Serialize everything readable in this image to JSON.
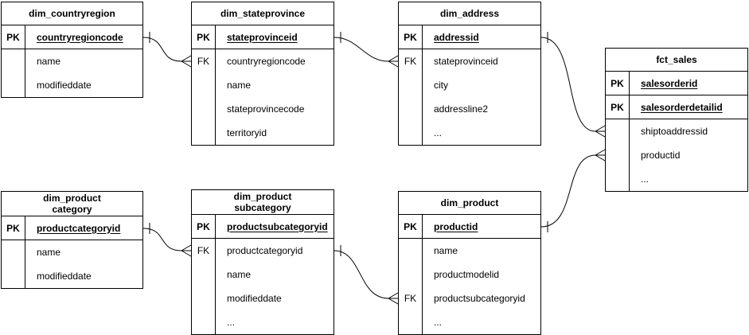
{
  "diagram": {
    "type": "entity-relationship",
    "background_color": "#ffffff",
    "line_color": "#000000",
    "entities": [
      {
        "title": "dim_countryregion",
        "rows": [
          {
            "key": "PK",
            "field": "countryregioncode"
          },
          {
            "key": "",
            "field": "name"
          },
          {
            "key": "",
            "field": "modifieddate"
          }
        ]
      },
      {
        "title": "dim_stateprovince",
        "rows": [
          {
            "key": "PK",
            "field": "stateprovinceid"
          },
          {
            "key": "FK",
            "field": "countryregioncode"
          },
          {
            "key": "",
            "field": "name"
          },
          {
            "key": "",
            "field": "stateprovincecode"
          },
          {
            "key": "",
            "field": "territoryid"
          }
        ]
      },
      {
        "title": "dim_address",
        "rows": [
          {
            "key": "PK",
            "field": "addressid"
          },
          {
            "key": "FK",
            "field": "stateprovinceid"
          },
          {
            "key": "",
            "field": "city"
          },
          {
            "key": "",
            "field": "addressline2"
          },
          {
            "key": "",
            "field": "..."
          }
        ]
      },
      {
        "title": "fct_sales",
        "rows": [
          {
            "key": "PK",
            "field": "salesorderid"
          },
          {
            "key": "PK",
            "field": "salesorderdetailid"
          },
          {
            "key": "",
            "field": "shiptoaddressid"
          },
          {
            "key": "",
            "field": "productid"
          },
          {
            "key": "",
            "field": "..."
          }
        ]
      },
      {
        "title": "dim_product\ncategory",
        "rows": [
          {
            "key": "PK",
            "field": "productcategoryid"
          },
          {
            "key": "",
            "field": "name"
          },
          {
            "key": "",
            "field": "modifieddate"
          }
        ]
      },
      {
        "title": "dim_product\nsubcategory",
        "rows": [
          {
            "key": "PK",
            "field": "productsubcategoryid"
          },
          {
            "key": "FK",
            "field": "productcategoryid"
          },
          {
            "key": "",
            "field": "name"
          },
          {
            "key": "",
            "field": "modifieddate"
          },
          {
            "key": "",
            "field": "..."
          }
        ]
      },
      {
        "title": "dim_product",
        "rows": [
          {
            "key": "PK",
            "field": "productid"
          },
          {
            "key": "",
            "field": "name"
          },
          {
            "key": "",
            "field": "productmodelid"
          },
          {
            "key": "FK",
            "field": "productsubcategoryid"
          },
          {
            "key": "",
            "field": "..."
          }
        ]
      }
    ],
    "relationships": [
      {
        "from": "dim_countryregion.countryregioncode",
        "to": "dim_stateprovince.countryregioncode",
        "cardinality": "one-to-many"
      },
      {
        "from": "dim_stateprovince.stateprovinceid",
        "to": "dim_address.stateprovinceid",
        "cardinality": "one-to-many"
      },
      {
        "from": "dim_address.addressid",
        "to": "fct_sales.shiptoaddressid",
        "cardinality": "one-to-many"
      },
      {
        "from": "dim_product.productid",
        "to": "fct_sales.productid",
        "cardinality": "one-to-many"
      },
      {
        "from": "dim_product category.productcategoryid",
        "to": "dim_product subcategory.productcategoryid",
        "cardinality": "one-to-many"
      },
      {
        "from": "dim_product subcategory.productsubcategoryid",
        "to": "dim_product.productsubcategoryid",
        "cardinality": "one-to-many"
      }
    ]
  }
}
